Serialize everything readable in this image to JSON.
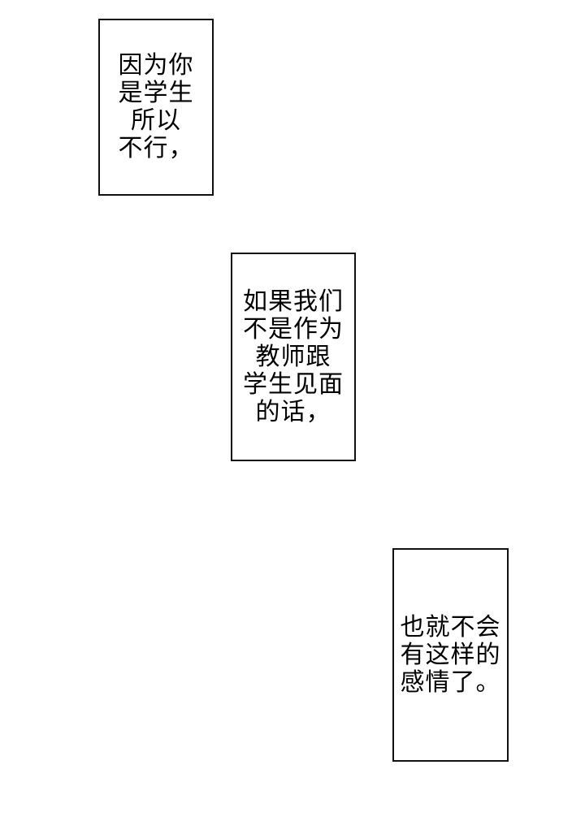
{
  "page": {
    "background_color": "#ffffff",
    "bubble_border_color": "#111111",
    "text_color": "#000000"
  },
  "bubbles": [
    {
      "position": "top-left",
      "lines": [
        "因为你",
        "是学生",
        "所以",
        "不行，"
      ]
    },
    {
      "position": "middle-center",
      "lines": [
        "如果我们",
        "不是作为",
        "教师跟",
        "学生见面",
        "的话，"
      ]
    },
    {
      "position": "bottom-right",
      "lines": [
        "也就不会",
        "有这样的",
        "感情了。"
      ]
    }
  ]
}
